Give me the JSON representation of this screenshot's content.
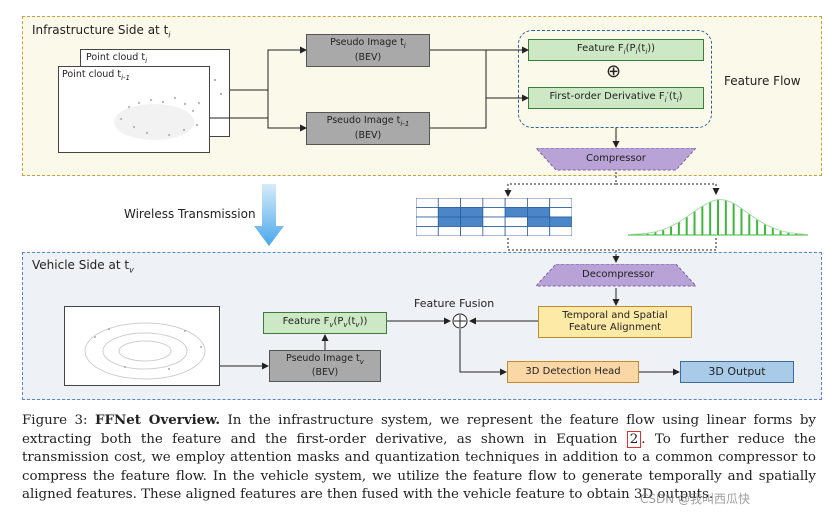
{
  "infra": {
    "title": "Infrastructure Side at t",
    "title_sub": "i",
    "pc_front": "Point cloud t",
    "pc_front_sub": "i-1",
    "pc_back": "Point cloud t",
    "pc_back_sub": "i",
    "pseudo_top": "Pseudo Image t",
    "pseudo_top_sub": "i",
    "pseudo_bottom": "Pseudo Image t",
    "pseudo_bottom_sub": "i-1",
    "bev": "(BEV)",
    "feature": "Feature F",
    "feature_sub": "i",
    "feature_rest": "(P",
    "feature_rest_sub": "i",
    "feature_end": "(t",
    "feature_end_sub": "i",
    "feature_close": "))",
    "derivative": "First-order Derivative F",
    "derivative_sub": "i",
    "derivative_prime": "′",
    "derivative_arg": "(t",
    "derivative_arg_sub": "i",
    "derivative_close": ")",
    "plus": "⊕",
    "feature_flow": "Feature Flow",
    "compressor": "Compressor"
  },
  "middle": {
    "wireless": "Wireless Transmission"
  },
  "vehicle": {
    "title": "Vehicle Side at t",
    "title_sub": "v",
    "feature": "Feature F",
    "feature_sub": "v",
    "feature_rest": "(P",
    "feature_rest_sub": "v",
    "feature_end": "(t",
    "feature_end_sub": "v",
    "feature_close": "))",
    "pseudo": "Pseudo Image t",
    "pseudo_sub": "v",
    "bev": "(BEV)",
    "decompressor": "Decompressor",
    "fusion": "Feature Fusion",
    "alignment_line1": "Temporal and Spatial",
    "alignment_line2": "Feature Alignment",
    "det_head": "3D Detection Head",
    "output": "3D Output"
  },
  "caption": {
    "fig": "Figure 3:",
    "title": "FFNet Overview.",
    "text1": "In the infrastructure system, we represent the feature flow using linear forms by extracting both the feature and the first-order derivative, as shown in Equation",
    "eq": "2",
    "text2": ". To further reduce the transmission cost, we employ attention masks and quantization techniques in addition to a common compressor to compress the feature flow. In the vehicle system, we utilize the feature flow to generate temporally and spatially aligned features. These aligned features are then fused with the vehicle feature to obtain 3D outputs."
  },
  "watermark": "CSDN @我叫西瓜快",
  "grid": {
    "cells": [
      [
        0,
        0,
        0,
        0,
        0,
        0,
        0
      ],
      [
        0,
        1,
        1,
        0,
        1,
        1,
        0
      ],
      [
        0,
        1,
        1,
        0,
        0,
        1,
        1
      ],
      [
        0,
        0,
        0,
        0,
        0,
        0,
        0
      ]
    ],
    "colors": {
      "on": "#4a86c8",
      "off": "#ffffff"
    }
  },
  "quant": {
    "bars": [
      0.02,
      0.03,
      0.05,
      0.09,
      0.15,
      0.24,
      0.36,
      0.5,
      0.66,
      0.8,
      0.92,
      0.99,
      0.97,
      0.88,
      0.74,
      0.58,
      0.43,
      0.3,
      0.2,
      0.12,
      0.07,
      0.04,
      0.02
    ],
    "color": "#3cb83c"
  }
}
